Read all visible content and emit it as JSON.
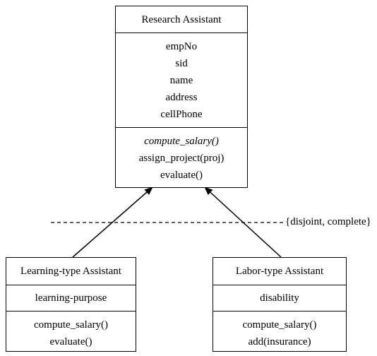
{
  "diagram": {
    "superclass": {
      "name": "Research Assistant",
      "attributes": [
        "empNo",
        "sid",
        "name",
        "address",
        "cellPhone"
      ],
      "operations": [
        {
          "text": "compute_salary()",
          "abstract": true
        },
        {
          "text": "assign_project(proj)",
          "abstract": false
        },
        {
          "text": "evaluate()",
          "abstract": false
        }
      ]
    },
    "subclass_left": {
      "name": "Learning-type Assistant",
      "attributes": [
        "learning-purpose"
      ],
      "operations": [
        {
          "text": "compute_salary()",
          "abstract": false
        },
        {
          "text": "evaluate()",
          "abstract": false
        }
      ]
    },
    "subclass_right": {
      "name": "Labor-type Assistant",
      "attributes": [
        "disability"
      ],
      "operations": [
        {
          "text": "compute_salary()",
          "abstract": false
        },
        {
          "text": "add(insurance)",
          "abstract": false
        }
      ]
    },
    "constraint": "{disjoint, complete}",
    "line_color": "#000000"
  }
}
